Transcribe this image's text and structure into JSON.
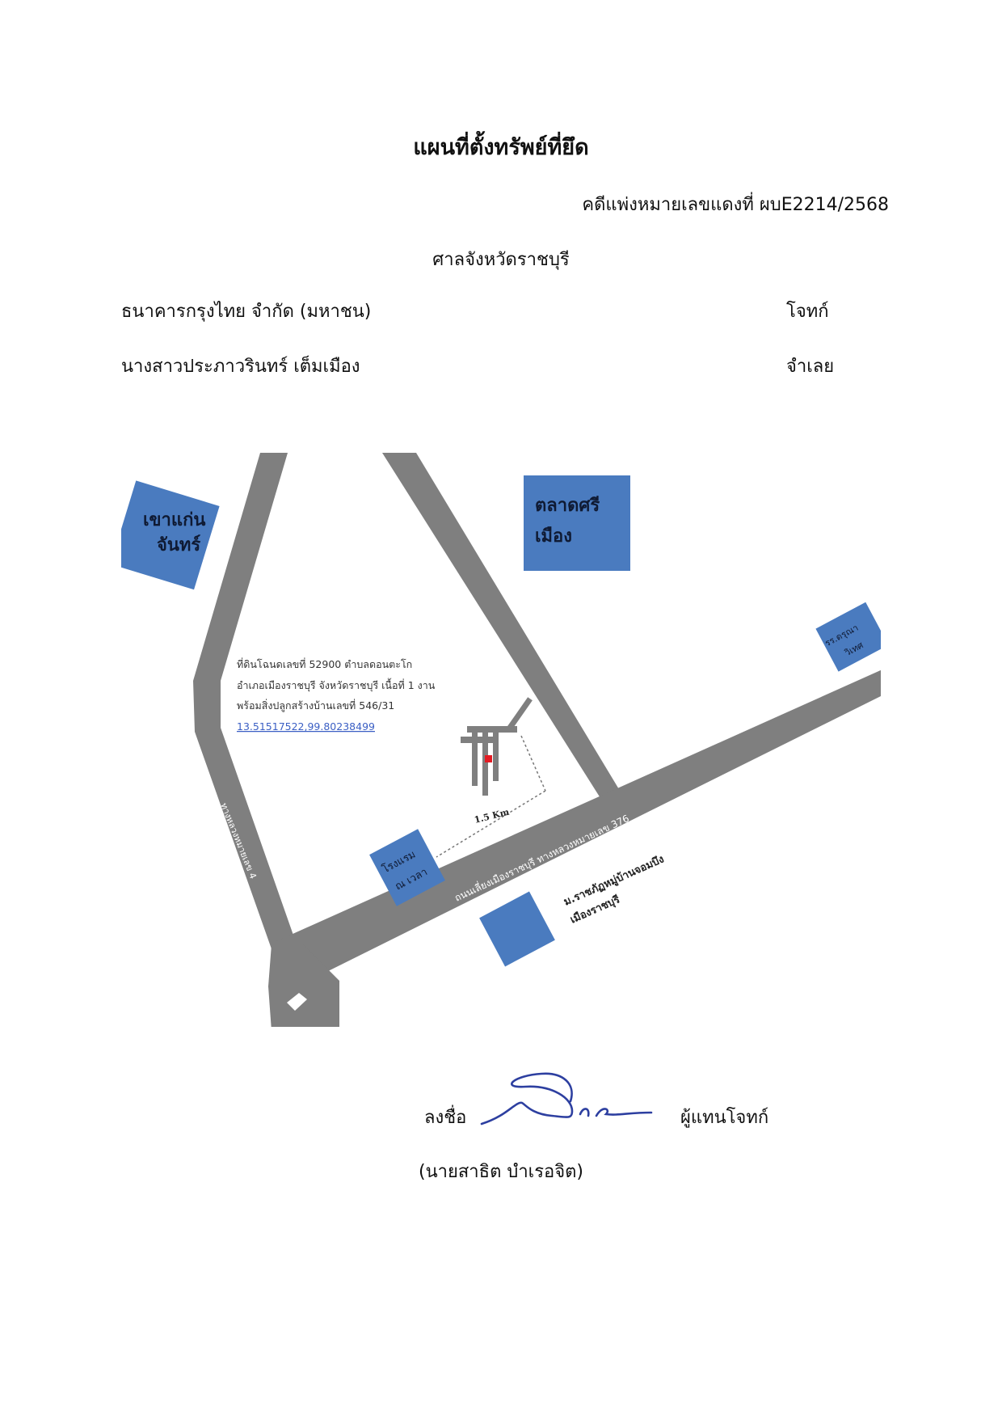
{
  "document": {
    "title": "แผนที่ตั้งทรัพย์ที่ยึด",
    "case_number": "คดีแพ่งหมายเลขแดงที่ ผบE2214/2568",
    "court": "ศาลจังหวัดราชบุรี",
    "plaintiff": {
      "name": "ธนาคารกรุงไทย จำกัด (มหาชน)",
      "role": "โจทก์"
    },
    "defendant": {
      "name": "นางสาวประภาวรินทร์ เต็มเมือง",
      "role": "จำเลย"
    }
  },
  "map": {
    "colors": {
      "road": "#7f7f7f",
      "landmark": "#4a7bbf",
      "marker": "#e31b23",
      "link": "#3b5fc4"
    },
    "landmarks": {
      "khao_kaen_chan": [
        "เขาแก่น",
        "จันทร์"
      ],
      "talat_si_mueang": [
        "ตลาดศรี",
        "เมือง"
      ],
      "karuna_wit_school": [
        "รร.ดรุณา",
        "วิเทศ"
      ],
      "hotel": [
        "โรงแรม",
        "ณ เวลา"
      ],
      "university": [
        "ม.ราชภัฏหมู่บ้านจอมบึง",
        "เมืองราชบุรี"
      ]
    },
    "roads": {
      "bypass": "ถนนเลี่ยงเมืองราชบุรี ทางหลวงหมายเลข 376",
      "highway_4": "ทางหลวงหมายเลข 4"
    },
    "property": {
      "line1": "ที่ดินโฉนดเลขที่ 52900 ตำบลดอนตะโก",
      "line2": "อำเภอเมืองราชบุรี จังหวัดราชบุรี เนื้อที่ 1 งาน",
      "line3": "พร้อมสิ่งปลูกสร้างบ้านเลขที่ 546/31",
      "coordinates": "13.51517522,99.80238499"
    },
    "distance": "1.5 Km"
  },
  "signature": {
    "label": "ลงชื่อ",
    "role": "ผู้แทนโจทก์",
    "signer_name": "(นายสาธิต บำเรอจิต)"
  }
}
